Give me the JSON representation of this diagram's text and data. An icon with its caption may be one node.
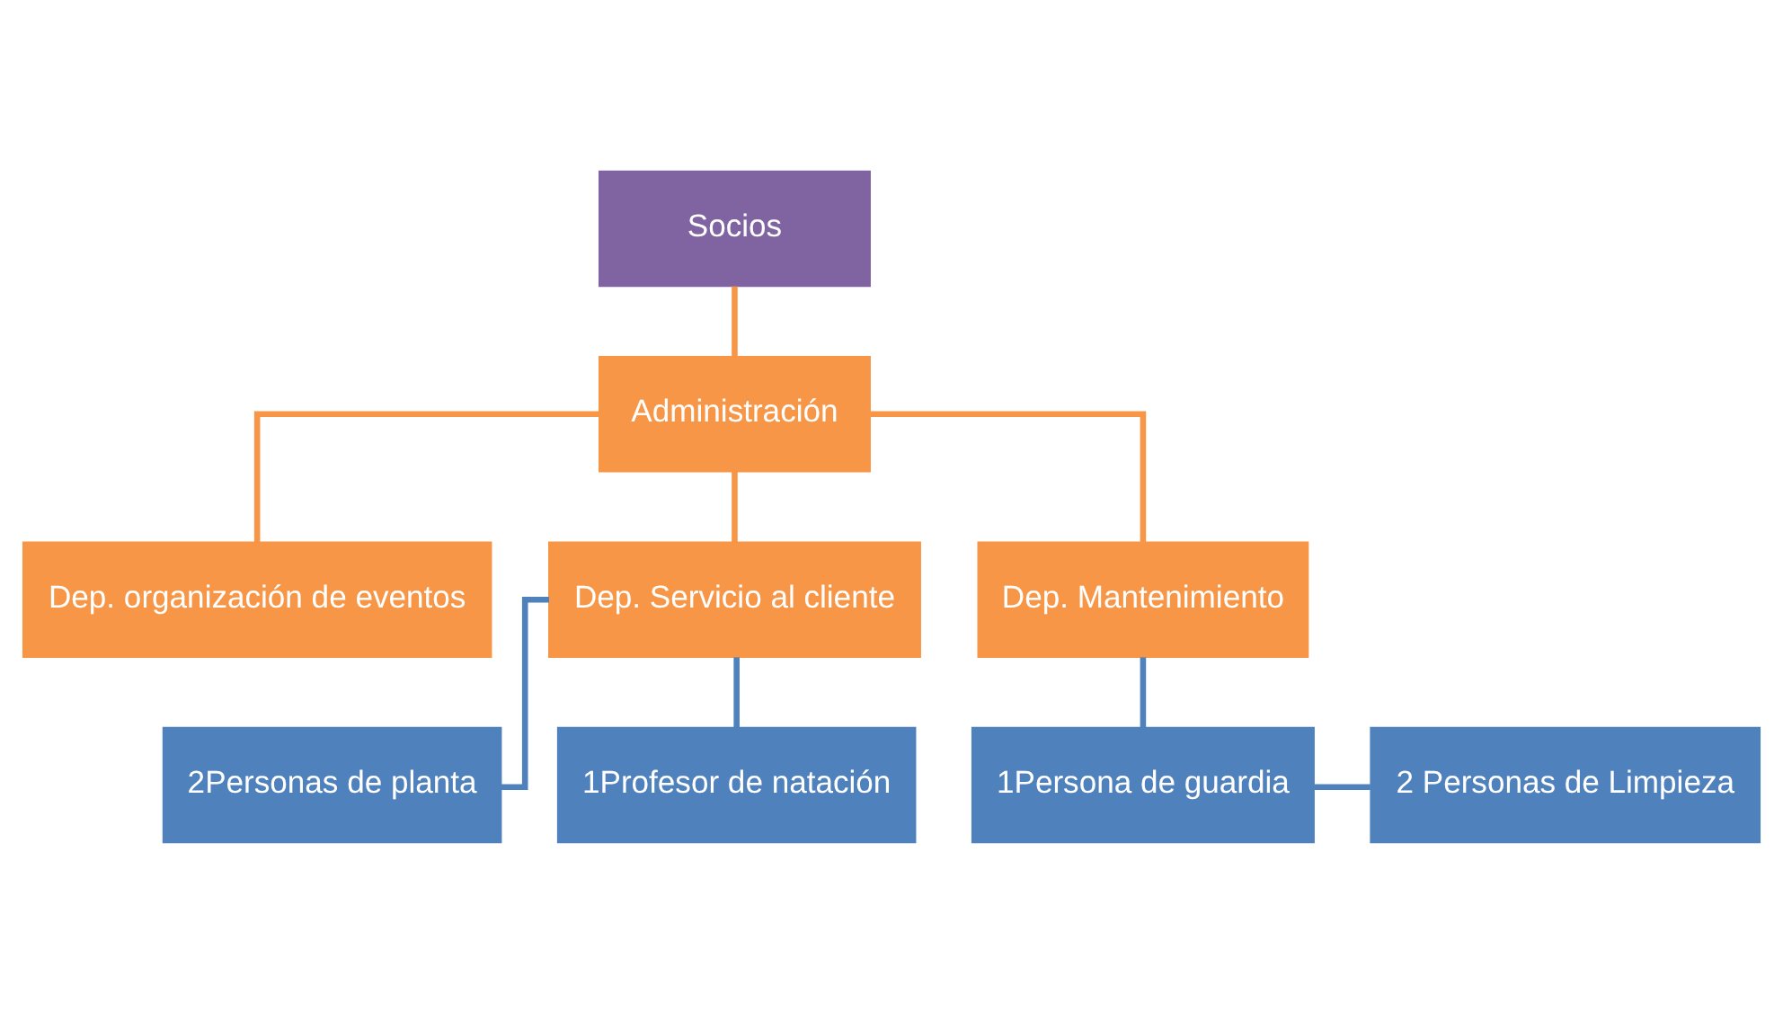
{
  "diagram": {
    "nodes": [
      {
        "text": [
          "Socios"
        ]
      },
      {
        "text": [
          "Administración"
        ]
      },
      {
        "text": [
          "Dep. organización de eventos"
        ]
      },
      {
        "text": [
          "Dep. Servicio al cliente"
        ]
      },
      {
        "text": [
          "Dep. Mantenimiento"
        ]
      },
      {
        "text": [
          "2Personas de planta"
        ]
      },
      {
        "text": [
          "1Profesor de natación"
        ]
      },
      {
        "text": [
          "1Persona de guardia"
        ]
      },
      {
        "text": [
          "2 Personas de Limpieza"
        ]
      }
    ],
    "edges": [
      {
        "from": 0,
        "to": 1,
        "arrow": "none",
        "color": "#f79646"
      },
      {
        "from": 1,
        "to": 2,
        "arrow": "none",
        "color": "#f79646"
      },
      {
        "from": 1,
        "to": 3,
        "arrow": "none",
        "color": "#f79646"
      },
      {
        "from": 1,
        "to": 4,
        "arrow": "none",
        "color": "#f79646"
      },
      {
        "from": 3,
        "to": 5,
        "arrow": "none",
        "color": "#4f81bd"
      },
      {
        "from": 3,
        "to": 6,
        "arrow": "none",
        "color": "#4f81bd"
      },
      {
        "from": 4,
        "to": 7,
        "arrow": "none",
        "color": "#4f81bd"
      },
      {
        "from": 7,
        "to": 8,
        "arrow": "none",
        "color": "#4f81bd"
      }
    ]
  }
}
